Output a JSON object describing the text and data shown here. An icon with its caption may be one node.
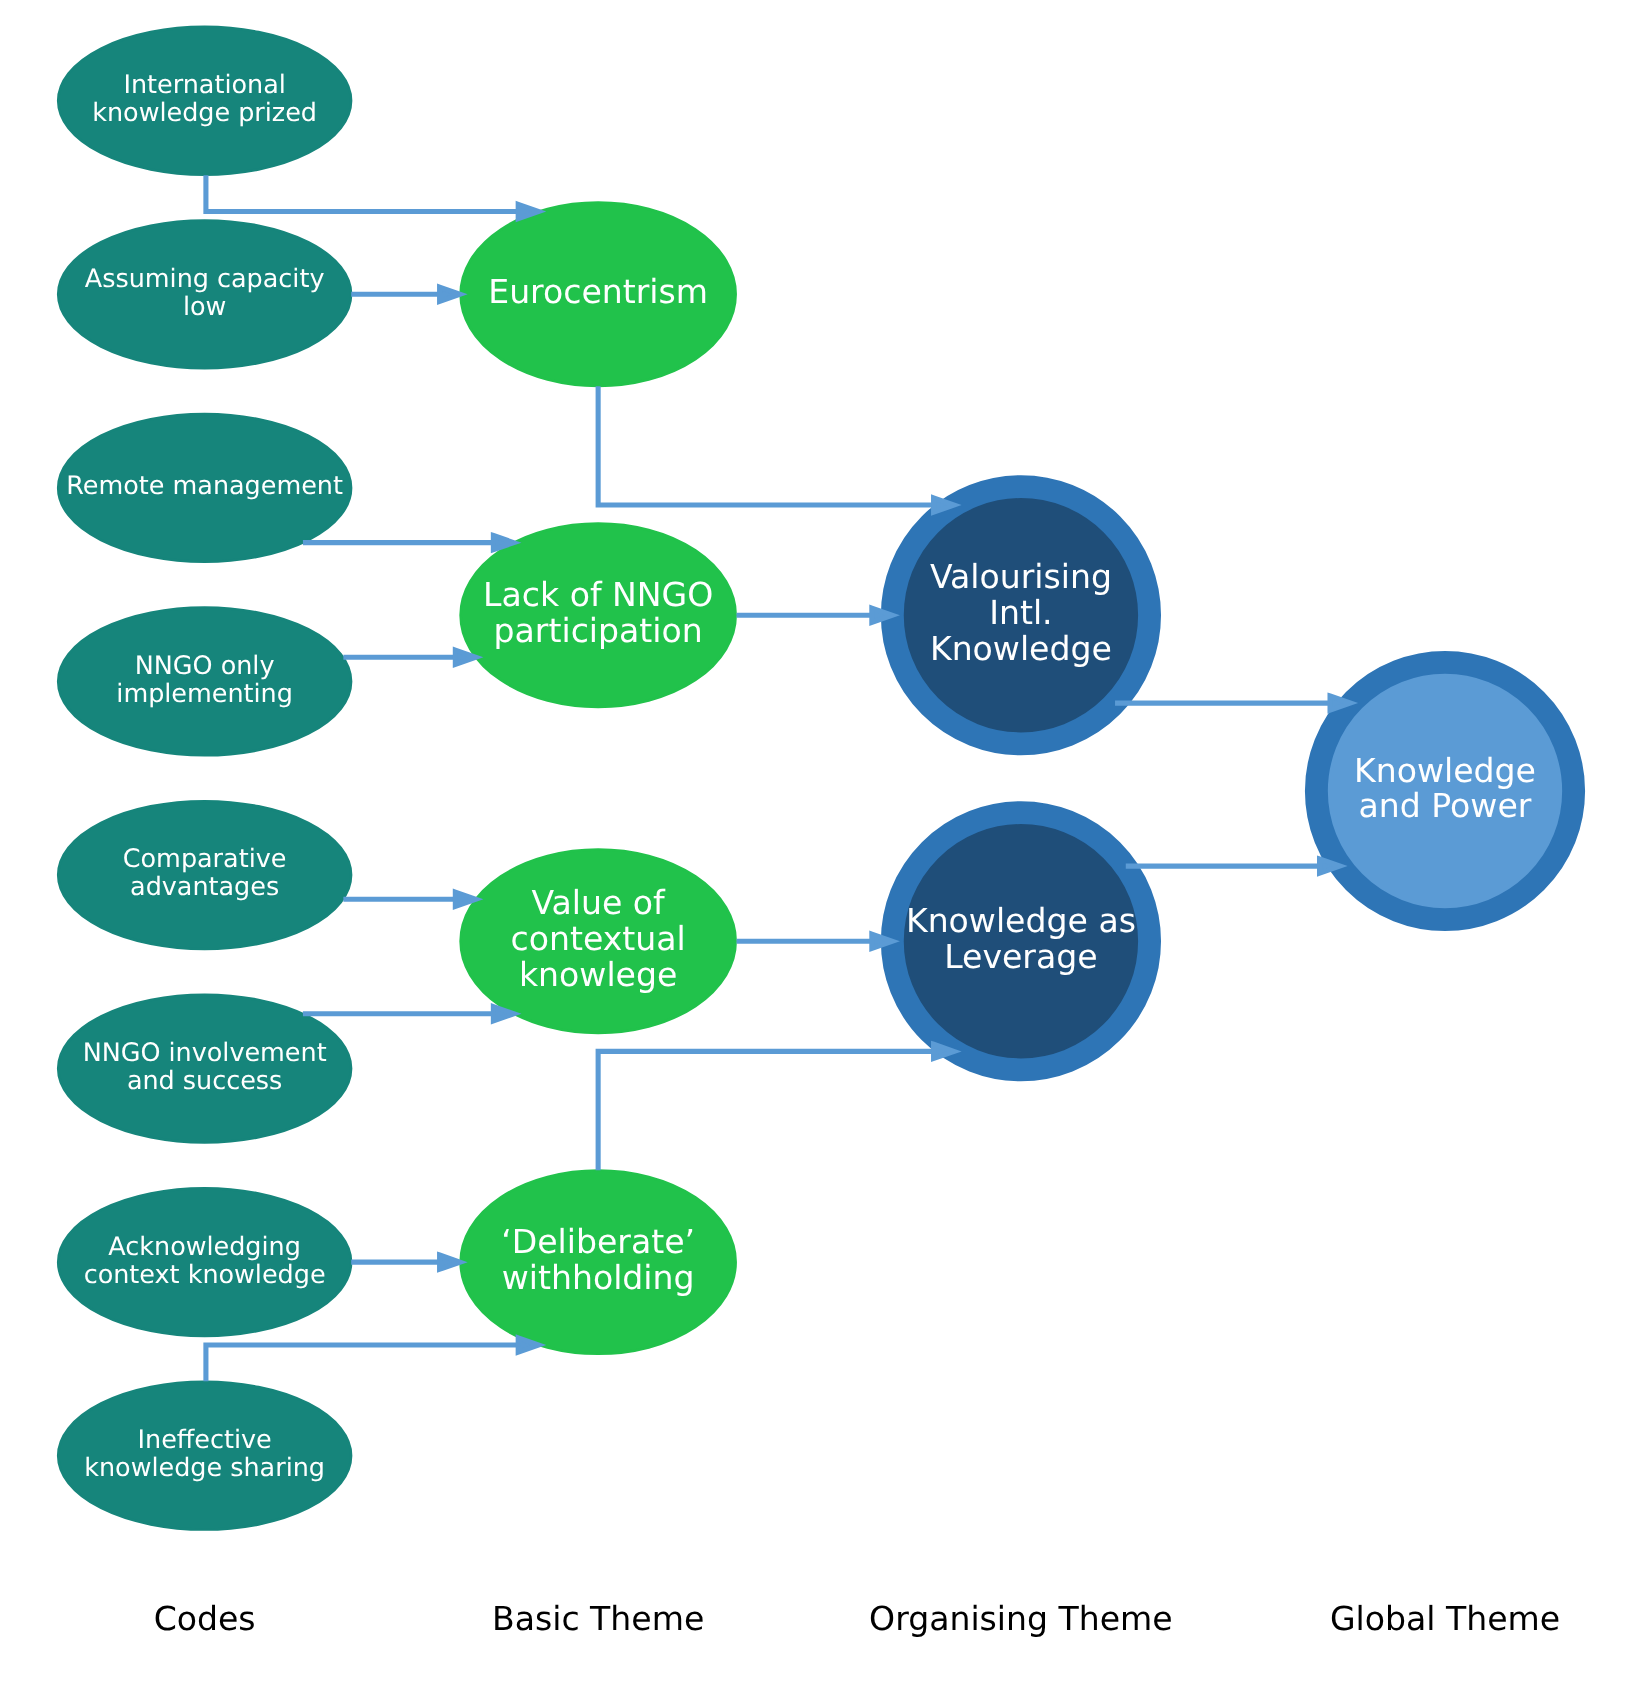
{
  "diagram": {
    "nodes": [
      {
        "text": [
          "International knowledge prized"
        ]
      },
      {
        "text": [
          "Assuming capacity low"
        ]
      },
      {
        "text": [
          "Remote management"
        ]
      },
      {
        "text": [
          "NNGO only implementing"
        ]
      },
      {
        "text": [
          "Acknowledging context knowledge"
        ]
      },
      {
        "text": [
          "Ineffective knowledge sharing"
        ]
      },
      {
        "text": [
          "Comparative advantages"
        ]
      },
      {
        "text": [
          "NNGO involvement and success"
        ]
      },
      {
        "text": [
          "Eurocentrism"
        ]
      },
      {
        "text": [
          "Lack of NNGO participation"
        ]
      },
      {
        "text": [
          "‘Deliberate’ withholding"
        ]
      },
      {
        "text": [
          "Value of contextual knowlege"
        ]
      },
      {
        "text": [
          "Valourising Intl. Knowledge"
        ]
      },
      {
        "text": [
          "Knowledge as Leverage"
        ]
      },
      {
        "text": [
          "Knowledge and Power"
        ]
      }
    ],
    "edges": [
      {
        "from": 0,
        "to": 8,
        "arrow": "to"
      },
      {
        "from": 1,
        "to": 8,
        "arrow": "to"
      },
      {
        "from": 2,
        "to": 9,
        "arrow": "to"
      },
      {
        "from": 3,
        "to": 9,
        "arrow": "to"
      },
      {
        "from": 4,
        "to": 10,
        "arrow": "to"
      },
      {
        "from": 5,
        "to": 10,
        "arrow": "to"
      },
      {
        "from": 6,
        "to": 11,
        "arrow": "to"
      },
      {
        "from": 7,
        "to": 11,
        "arrow": "to"
      },
      {
        "from": 8,
        "to": 12,
        "arrow": "to"
      },
      {
        "from": 9,
        "to": 12,
        "arrow": "to"
      },
      {
        "from": 10,
        "to": 13,
        "arrow": "to"
      },
      {
        "from": 11,
        "to": 13,
        "arrow": "to"
      },
      {
        "from": 12,
        "to": 14,
        "arrow": "to"
      },
      {
        "from": 13,
        "to": 14,
        "arrow": "to"
      }
    ],
    "labels": [
      "Codes",
      "Basic Theme",
      "Organising Theme",
      "Global Theme"
    ]
  }
}
